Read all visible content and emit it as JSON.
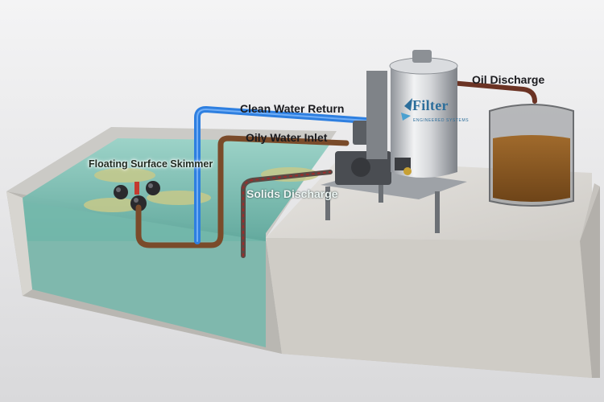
{
  "labels": {
    "clean_water_return": "Clean Water Return",
    "oily_water_inlet": "Oily Water Inlet",
    "solids_discharge": "Solids Discharge",
    "oil_discharge": "Oil Discharge",
    "floating_surface_skimmer": "Floating Surface Skimmer"
  },
  "brand": {
    "name": "Filter",
    "tagline": "ENGINEERED SYSTEMS"
  },
  "colors": {
    "clean_water_pipe": "#2e7fe0",
    "oily_water_pipe": "#7a4b2a",
    "oil_pipe": "#6b3324",
    "water": "#7fc2b6",
    "concrete": "#d8d6d2",
    "oil": "#8a5a24"
  }
}
